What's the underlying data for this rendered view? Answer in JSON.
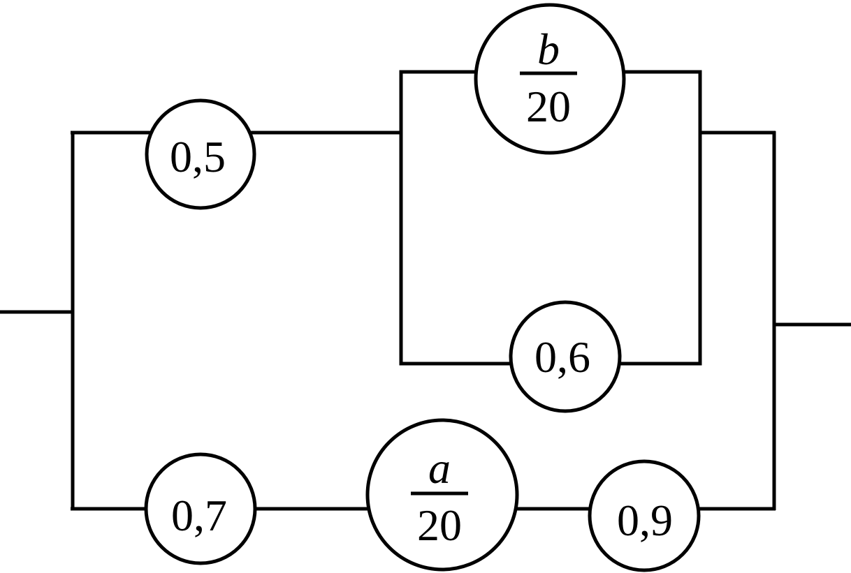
{
  "nodes": {
    "upper_left": {
      "label": "0,5"
    },
    "top_parallel": {
      "numerator": "b",
      "denominator": "20"
    },
    "bottom_parallel": {
      "label": "0,6"
    },
    "lower_first": {
      "label": "0,7"
    },
    "lower_middle": {
      "numerator": "a",
      "denominator": "20"
    },
    "lower_last": {
      "label": "0,9"
    }
  }
}
